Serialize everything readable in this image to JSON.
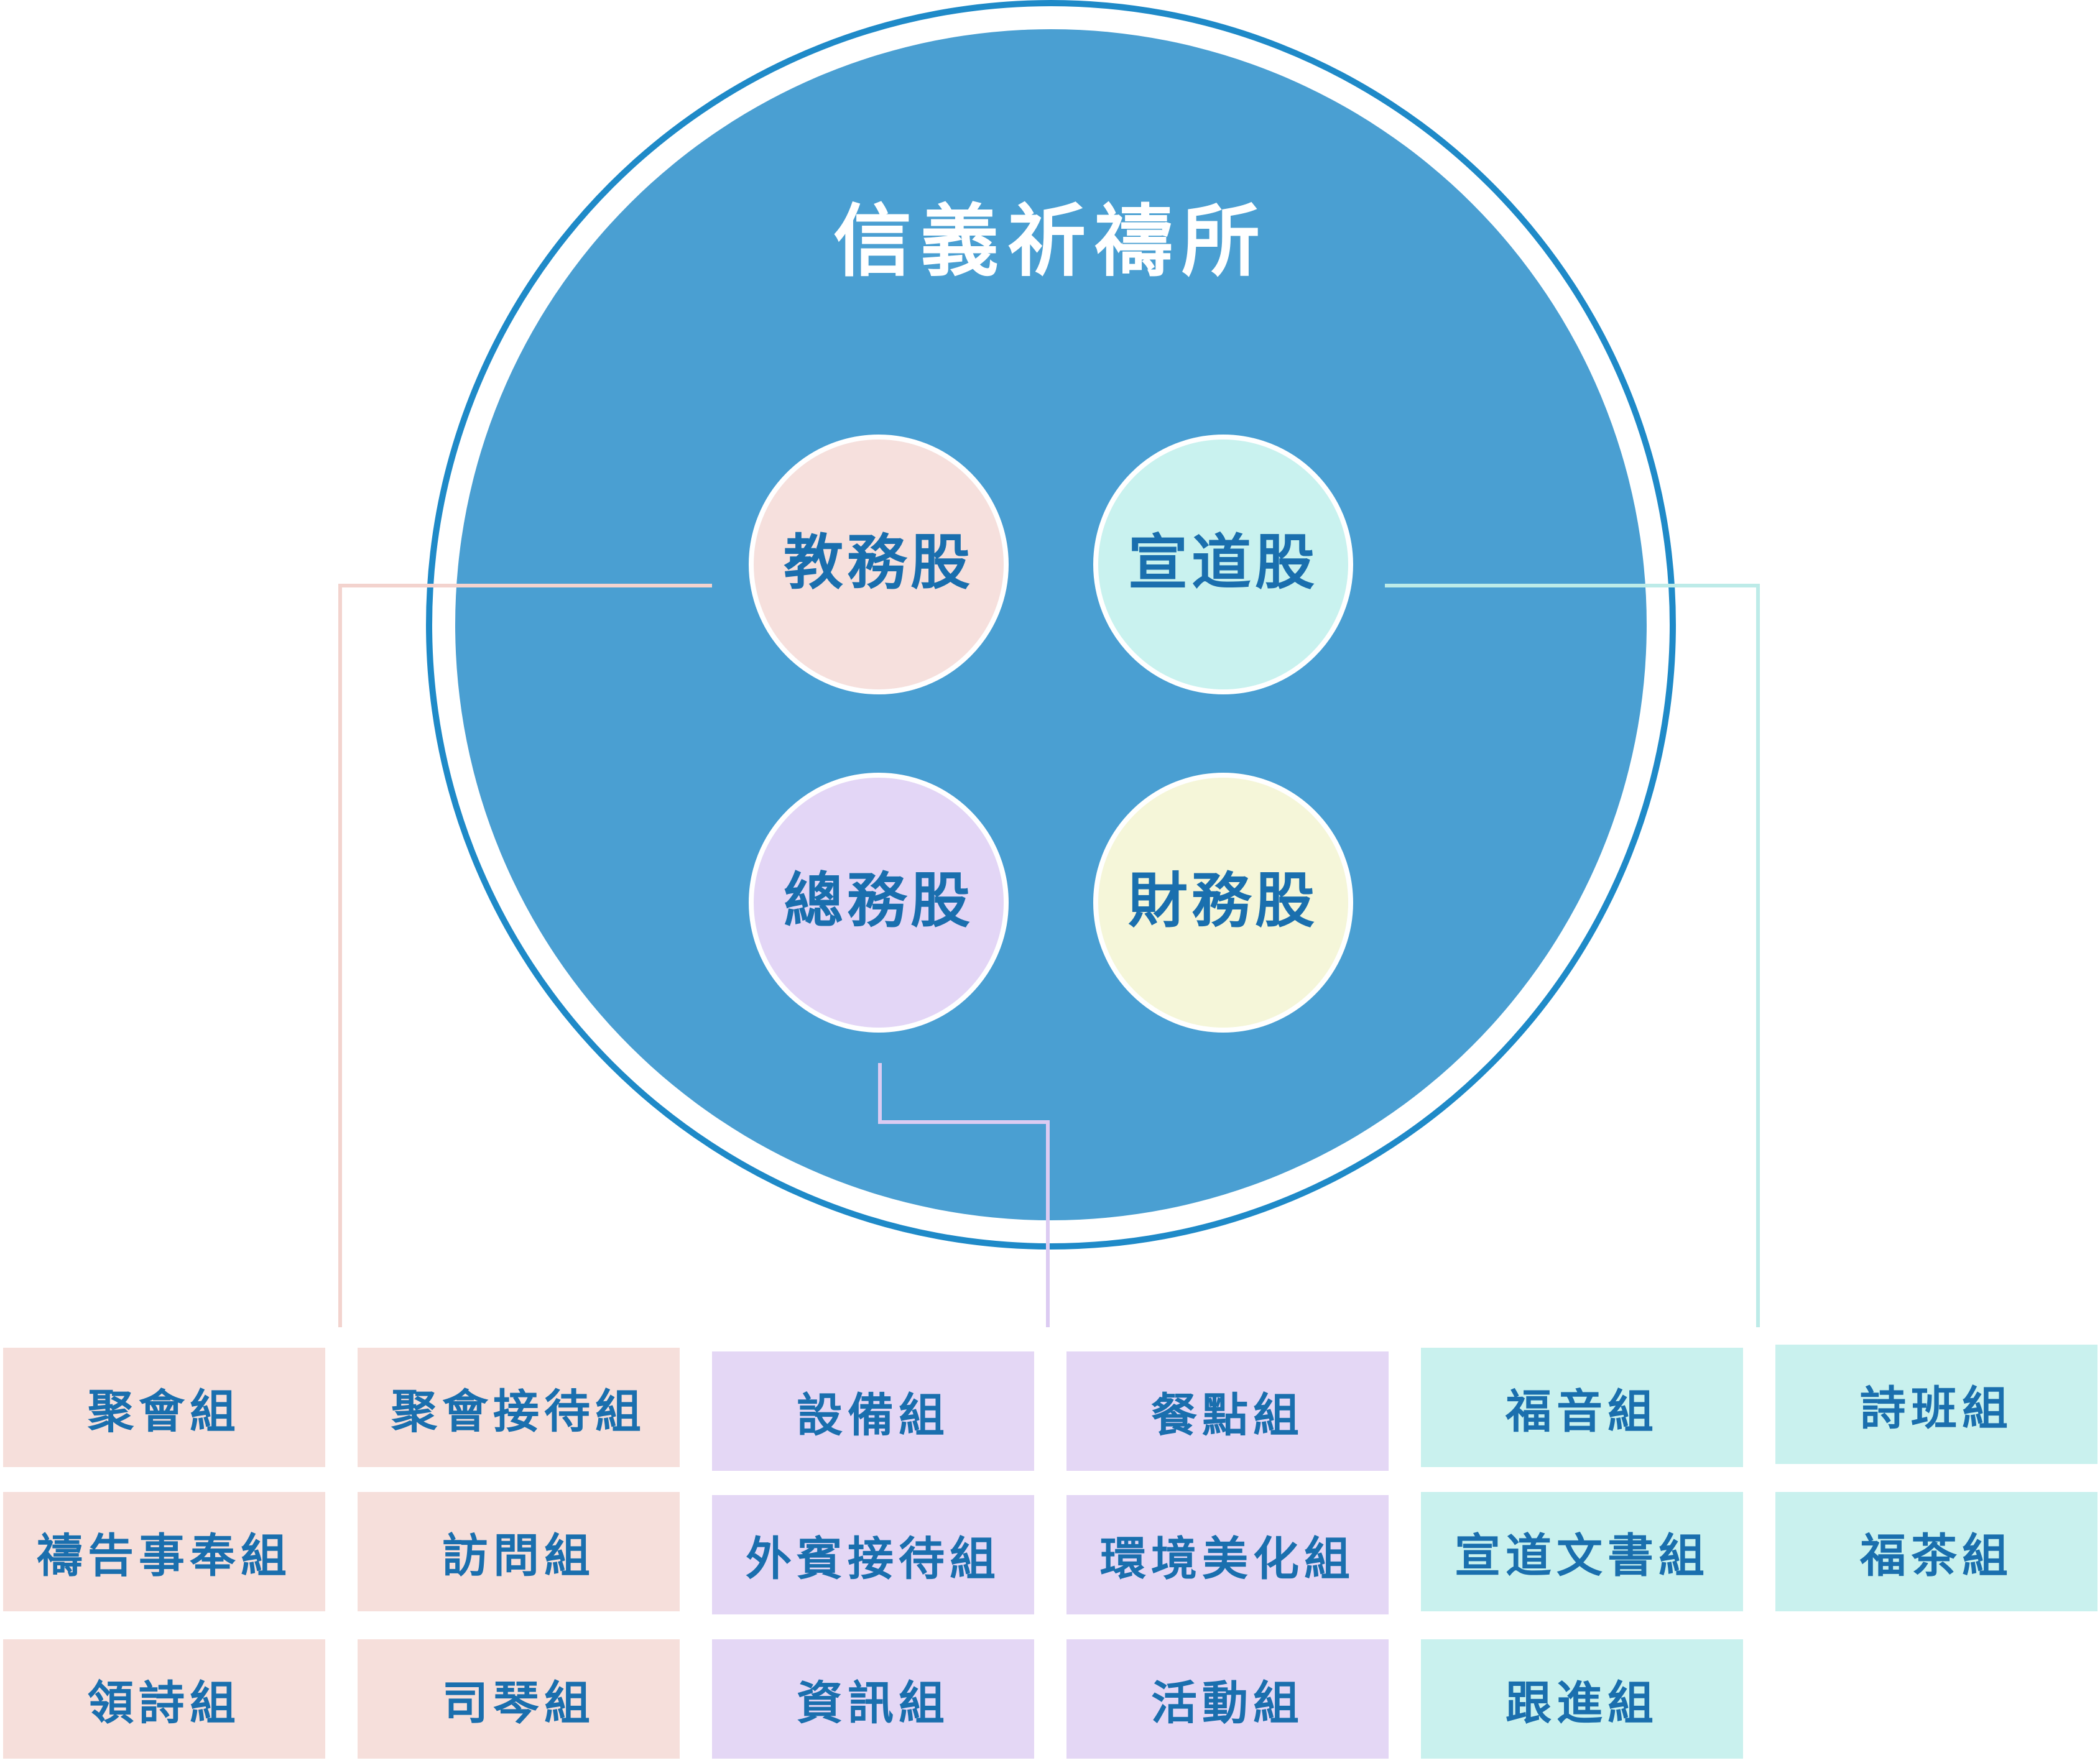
{
  "title": "信義祈禱所",
  "departments": {
    "education": {
      "label": "教務股",
      "color": "#f6e0dd"
    },
    "evangelism": {
      "label": "宣道股",
      "color": "#c9f2ef"
    },
    "general": {
      "label": "總務股",
      "color": "#e3d6f6"
    },
    "finance": {
      "label": "財務股",
      "color": "#f5f6d9"
    }
  },
  "colors": {
    "main_circle": "#4a9fd2",
    "main_ring": "#1f8ac8",
    "text": "#1a6fae",
    "pink_line": "#f3d3ce",
    "purple_line": "#dccbf2",
    "cyan_line": "#bdebe8"
  },
  "groups": {
    "col1": [
      "聚會組",
      "禱告事奉組",
      "領詩組"
    ],
    "col2": [
      "聚會接待組",
      "訪問組",
      "司琴組"
    ],
    "col3": [
      "設備組",
      "外賓接待組",
      "資訊組"
    ],
    "col4": [
      "餐點組",
      "環境美化組",
      "活動組"
    ],
    "col5": [
      "福音組",
      "宣道文書組",
      "跟進組"
    ],
    "col6": [
      "詩班組",
      "福茶組"
    ]
  }
}
